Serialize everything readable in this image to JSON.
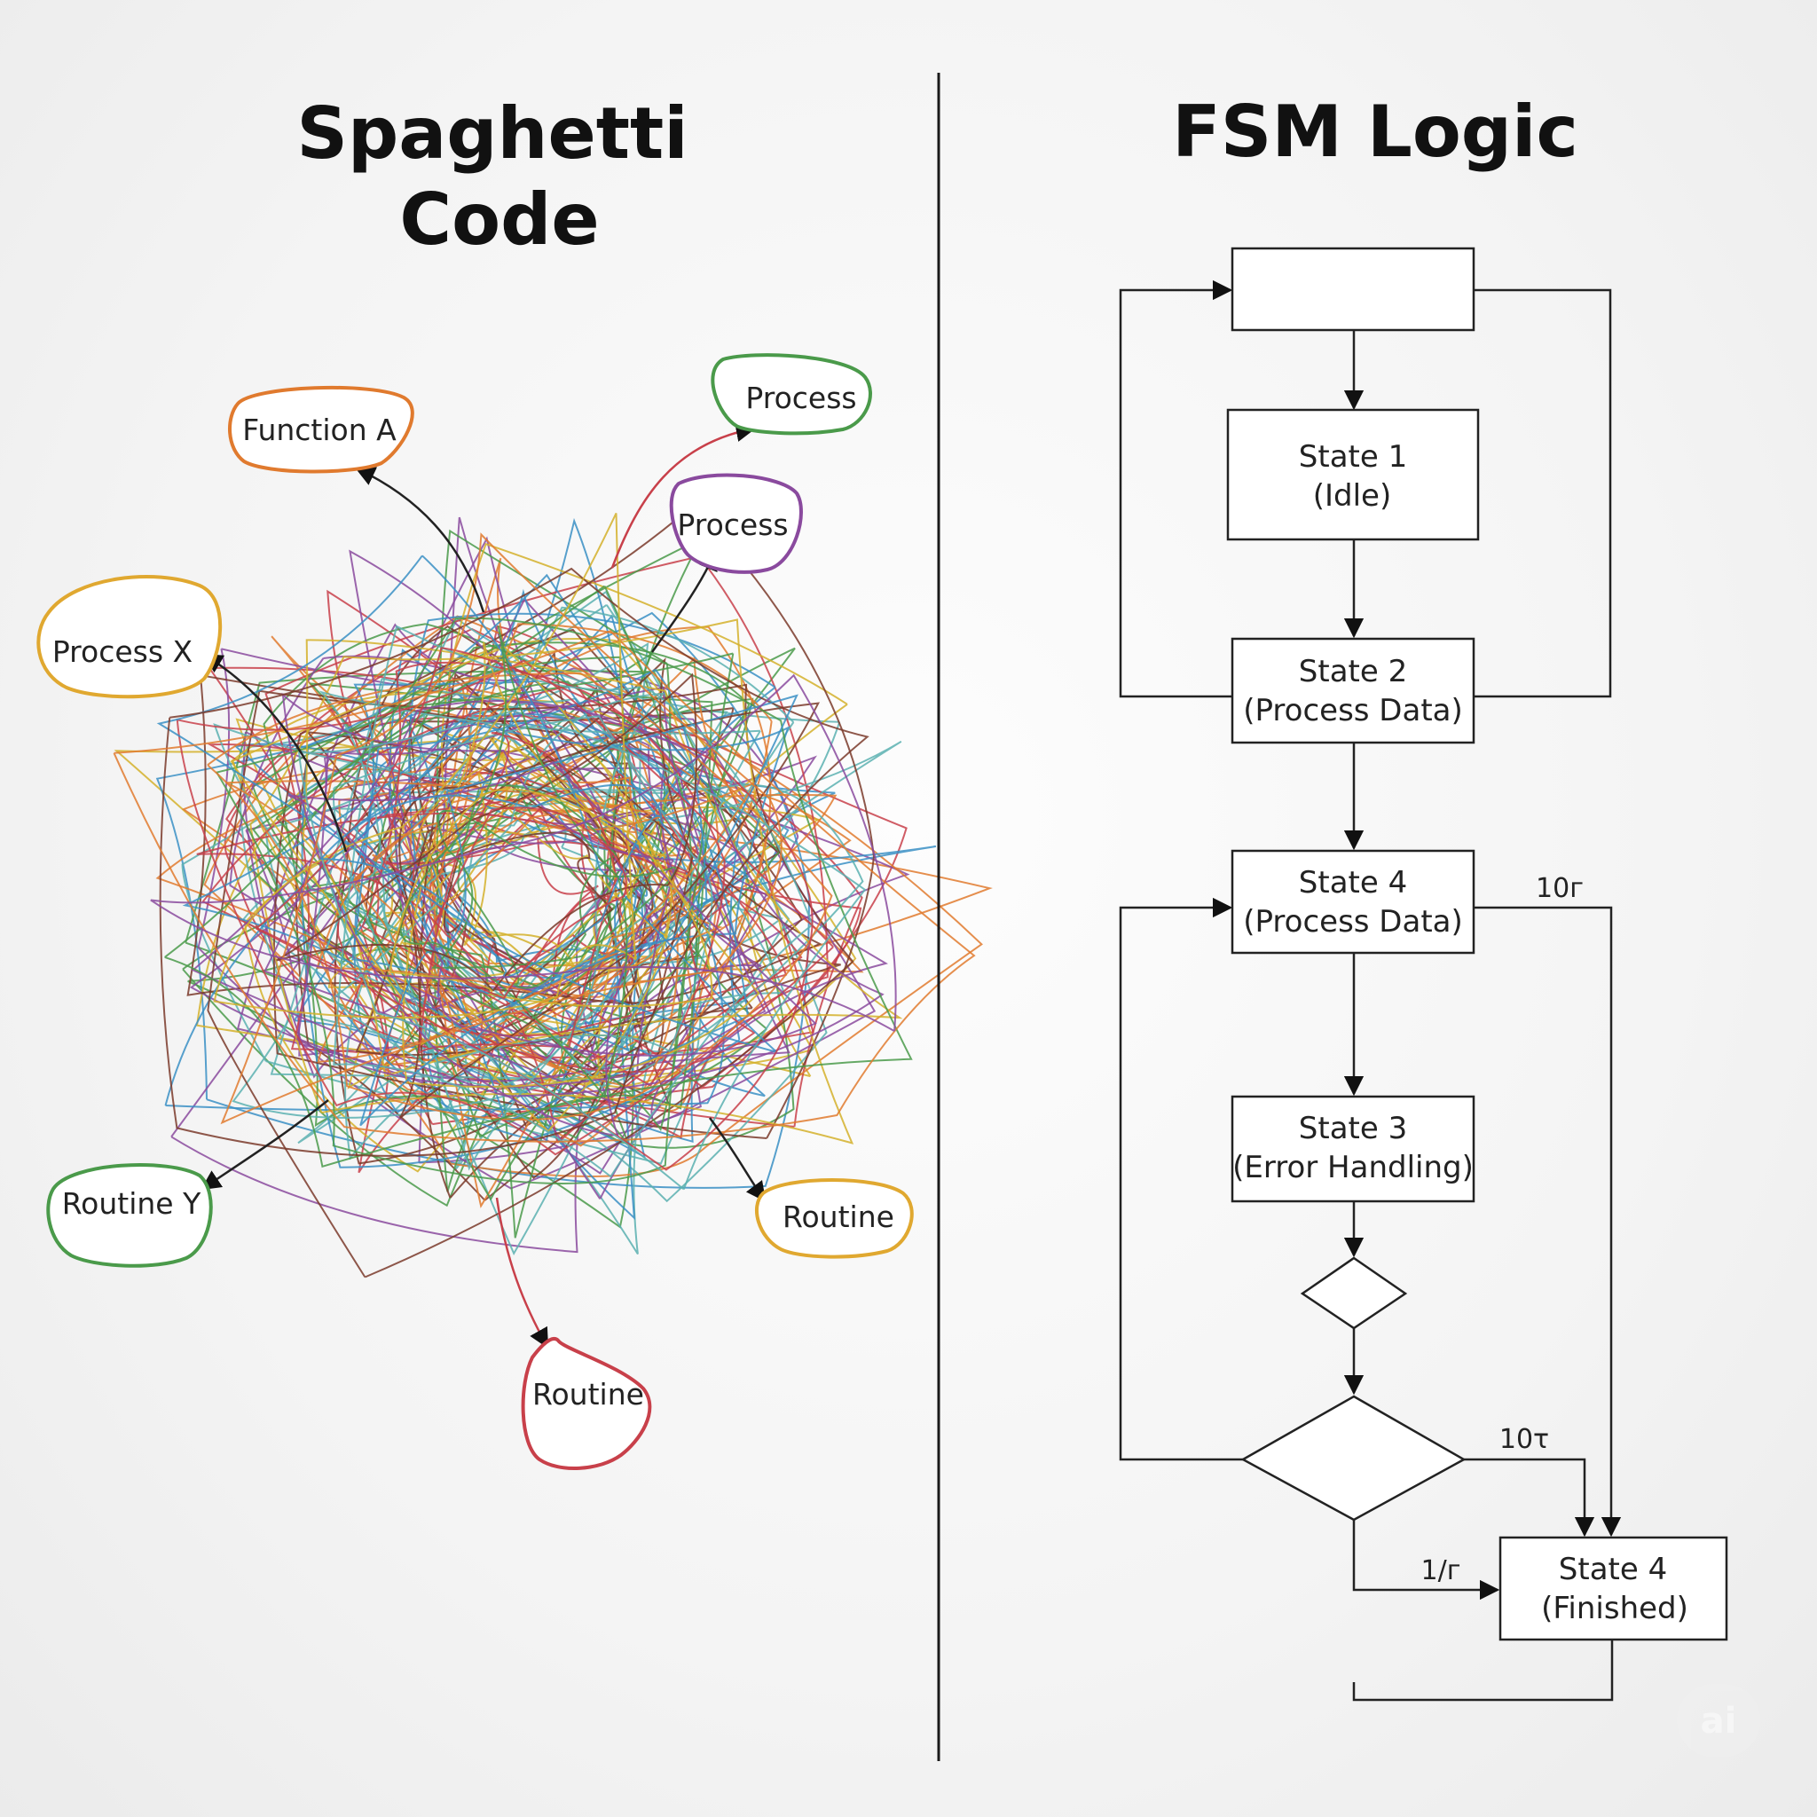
{
  "left_panel": {
    "title_line1": "Spaghetti",
    "title_line2": "Code",
    "blobs": [
      {
        "label": "Function A",
        "color": "#e07a2e"
      },
      {
        "label": "Process",
        "color": "#4a9a4a"
      },
      {
        "label": "Process",
        "color": "#8a4a9e"
      },
      {
        "label": "Process X",
        "color": "#e0a830"
      },
      {
        "label": "Routine Y",
        "color": "#4a9a4a"
      },
      {
        "label": "Routine",
        "color": "#e0a830"
      },
      {
        "label": "Routine",
        "color": "#c8404a"
      }
    ],
    "tangle_colors": [
      "#3a8fc4",
      "#e07a2e",
      "#4a9a4a",
      "#d4b02a",
      "#c8404a",
      "#8a4a9e",
      "#5ab0b0",
      "#7a3a2a"
    ]
  },
  "right_panel": {
    "title": "FSM Logic",
    "states": {
      "top": {
        "line1": "",
        "line2": ""
      },
      "s1": {
        "line1": "State 1",
        "line2": "(Idle)"
      },
      "s2": {
        "line1": "State 2",
        "line2": "(Process Data)"
      },
      "s4a": {
        "line1": "State 4",
        "line2": "(Process Data)"
      },
      "s3": {
        "line1": "State 3",
        "line2": "(Error Handling)"
      },
      "s4b": {
        "line1": "State 4",
        "line2": "(Finished)"
      }
    },
    "edge_labels": {
      "a": "10г",
      "b": "10τ",
      "c": "1/г"
    }
  },
  "watermark": "ai"
}
